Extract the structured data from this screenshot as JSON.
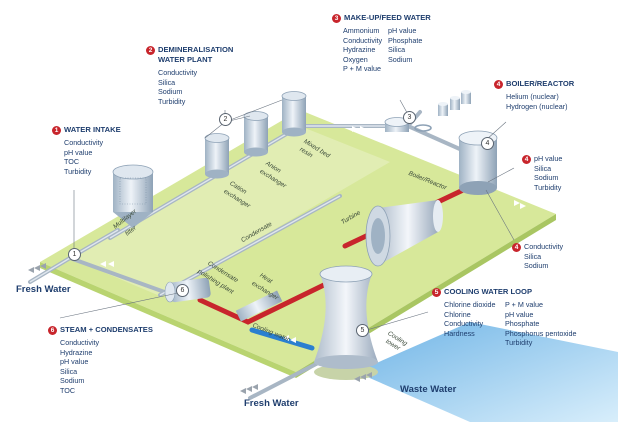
{
  "colors": {
    "platform_top": "#d7e89a",
    "platform_side": "#b9d470",
    "steam_pipe": "#c8252c",
    "cooling_pipe": "#2a7fd0",
    "water_pipe": "#a8b6c4",
    "heading": "#1f3e6e",
    "number_badge": "#c8252c",
    "waste_water": "#a9d6f2"
  },
  "sections": {
    "water_intake": {
      "number": "1",
      "title": "WATER INTAKE",
      "items": [
        "Conductivity",
        "pH value",
        "TOC",
        "Turbidity"
      ]
    },
    "demin": {
      "number": "2",
      "title_line1": "DEMINERALISATION",
      "title_line2": "WATER PLANT",
      "items": [
        "Conductivity",
        "Silica",
        "Sodium",
        "Turbidity"
      ]
    },
    "feed_water": {
      "number": "3",
      "title": "MAKE-UP/FEED WATER",
      "col1": [
        "Ammonium",
        "Conductivity",
        "Hydrazine",
        "Oxygen",
        "P + M value"
      ],
      "col2": [
        "pH value",
        "Phosphate",
        "Silica",
        "Sodium"
      ]
    },
    "boiler": {
      "number": "4",
      "title": "BOILER/REACTOR",
      "items": [
        "Helium (nuclear)",
        "Hydrogen (nuclear)"
      ]
    },
    "boiler_steam": {
      "number": "4",
      "items": [
        "pH value",
        "Silica",
        "Sodium",
        "Turbidity"
      ]
    },
    "turbine_out": {
      "number": "4",
      "items": [
        "Conductivity",
        "Silica",
        "Sodium"
      ]
    },
    "cooling_loop": {
      "number": "5",
      "title": "COOLING WATER LOOP",
      "col1": [
        "Chlorine dioxide",
        "Chlorine",
        "Conductivity",
        "Hardness"
      ],
      "col2": [
        "P + M value",
        "pH value",
        "Phosphate",
        "Phosphorus pentoxide",
        "Turbidity"
      ]
    },
    "steam_condensates": {
      "number": "6",
      "title": "STEAM + CONDENSATES",
      "items": [
        "Conductivity",
        "Hydrazine",
        "pH value",
        "Silica",
        "Sodium",
        "TOC"
      ]
    }
  },
  "big_labels": {
    "fresh_water_left": "Fresh Water",
    "fresh_water_bottom": "Fresh Water",
    "waste_water": "Waste Water"
  },
  "plant_labels": {
    "multilayer": "Multilayer",
    "filter": "filter",
    "cation1": "Cation",
    "cation2": "exchanger",
    "anion1": "Anion",
    "anion2": "exchanger",
    "mixed1": "Mixed bed",
    "mixed2": "resin",
    "boiler_reactor": "Boiler/Reactor",
    "condensate": "Condensate",
    "turbine": "Turbine",
    "cond_polish1": "Condensate",
    "cond_polish2": "polishing plant",
    "heat1": "Heat",
    "heat2": "exchanger",
    "cooling_water": "Cooling water",
    "cooling_tower1": "Cooling",
    "cooling_tower2": "tower"
  },
  "markers": {
    "m1": "1",
    "m2": "2",
    "m3": "3",
    "m4": "4",
    "m5": "5",
    "m6": "6"
  }
}
